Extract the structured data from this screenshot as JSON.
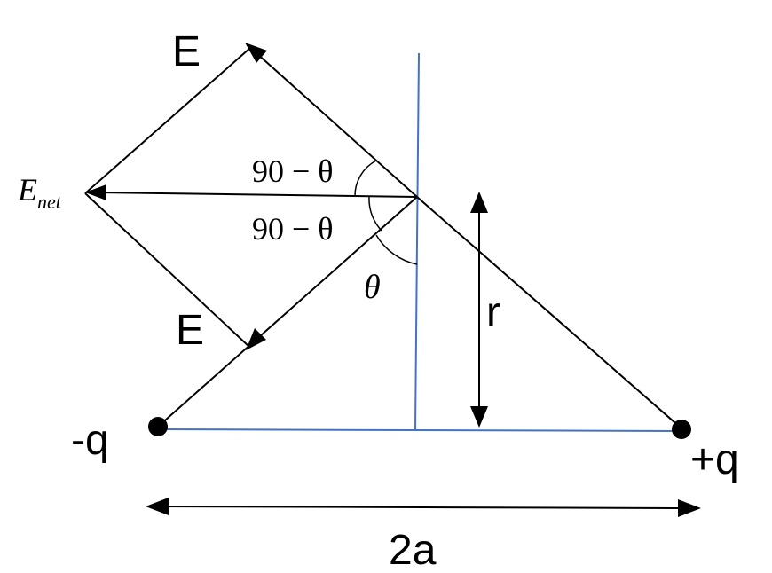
{
  "labels": {
    "field_top": "E",
    "field_bottom": "E",
    "net_field_main": "E",
    "net_field_sub": "net",
    "angle_upper": "90 − θ",
    "angle_lower": "90 − θ",
    "angle_theta": "θ",
    "distance": "r",
    "charge_negative": "-q",
    "charge_positive": "+q",
    "separation": "2a"
  },
  "colors": {
    "vector_lines": "#000000",
    "reference_lines": "#4472c4"
  }
}
